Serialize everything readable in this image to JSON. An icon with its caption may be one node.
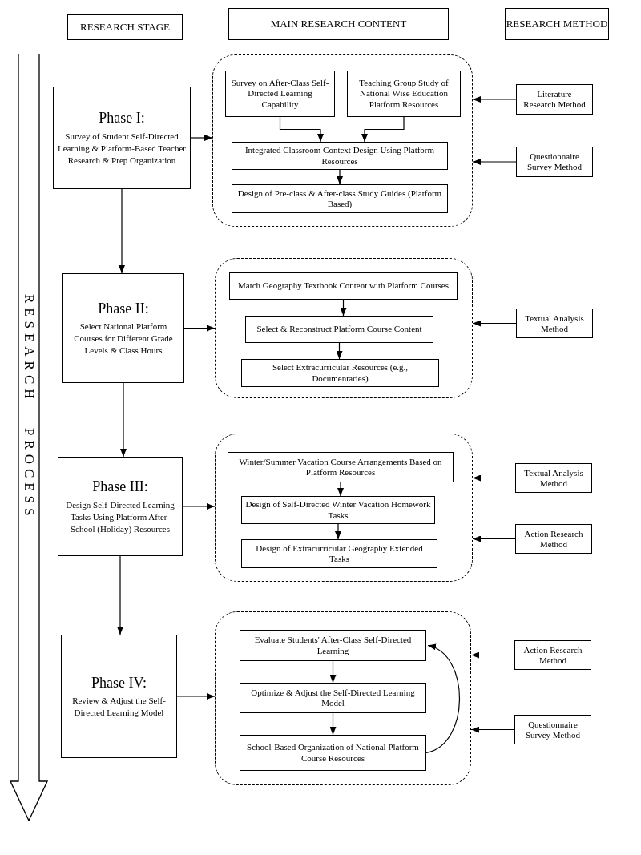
{
  "diagram": {
    "nodes": [
      {
        "text": [
          "RESEARCH STAGE"
        ]
      },
      {
        "text": [
          "MAIN RESEARCH CONTENT"
        ]
      },
      {
        "text": [
          "RESEARCH METHOD"
        ]
      },
      {
        "text": [
          "RESEARCH PROCESS"
        ]
      },
      {
        "text": [
          "Phase I:",
          "Survey of Student Self-Directed Learning & Platform-Based Teacher Research & Prep Organization"
        ]
      },
      {
        "text": [],
        "shape": "box"
      },
      {
        "text": [
          "Survey on After-Class Self-Directed Learning Capability"
        ],
        "in": 5
      },
      {
        "text": [
          "Teaching Group Study of National Wise Education Platform Resources"
        ],
        "in": 5
      },
      {
        "text": [
          "Integrated Classroom Context Design Using Platform Resources"
        ],
        "in": 5
      },
      {
        "text": [
          "Design of Pre-class & After-class Study Guides (Platform Based)"
        ],
        "in": 5
      },
      {
        "text": [
          "Literature Research Method"
        ]
      },
      {
        "text": [
          "Questionnaire Survey Method"
        ]
      },
      {
        "text": [
          "Phase II:",
          "Select National Platform Courses for Different Grade Levels & Class Hours"
        ]
      },
      {
        "text": [],
        "shape": "box"
      },
      {
        "text": [
          "Match Geography Textbook Content with Platform Courses"
        ],
        "in": 13
      },
      {
        "text": [
          "Select & Reconstruct Platform Course Content"
        ],
        "in": 13
      },
      {
        "text": [
          "Select Extracurricular Resources (e.g., Documentaries)"
        ],
        "in": 13
      },
      {
        "text": [
          "Textual Analysis Method"
        ]
      },
      {
        "text": [
          "Phase III:",
          "Design Self-Directed Learning Tasks Using Platform After-School (Holiday) Resources"
        ]
      },
      {
        "text": [],
        "shape": "box"
      },
      {
        "text": [
          "Winter/Summer Vacation Course Arrangements Based on Platform Resources"
        ],
        "in": 19
      },
      {
        "text": [
          "Design of Self-Directed Winter Vacation Homework Tasks"
        ],
        "in": 19
      },
      {
        "text": [
          "Design of Extracurricular Geography Extended Tasks"
        ],
        "in": 19
      },
      {
        "text": [
          "Textual Analysis Method"
        ]
      },
      {
        "text": [
          "Action Research Method"
        ]
      },
      {
        "text": [
          "Phase IV:",
          "Review & Adjust the Self-Directed Learning Model"
        ]
      },
      {
        "text": [],
        "shape": "box"
      },
      {
        "text": [
          "Evaluate Students' After-Class Self-Directed Learning"
        ],
        "in": 26
      },
      {
        "text": [
          "Optimize & Adjust the Self-Directed Learning Model"
        ],
        "in": 26
      },
      {
        "text": [
          "School-Based Organization of National Platform Course Resources"
        ],
        "in": 26
      },
      {
        "text": [
          "Action Research Method"
        ]
      },
      {
        "text": [
          "Questionnaire Survey Method"
        ]
      }
    ],
    "edges": [
      {
        "from": 4,
        "to": 5,
        "arrow": "to"
      },
      {
        "from": 6,
        "to": 8,
        "arrow": "to"
      },
      {
        "from": 7,
        "to": 8,
        "arrow": "to"
      },
      {
        "from": 8,
        "to": 9,
        "arrow": "to"
      },
      {
        "from": 10,
        "to": 5,
        "arrow": "to"
      },
      {
        "from": 11,
        "to": 5,
        "arrow": "to"
      },
      {
        "from": 4,
        "to": 12,
        "arrow": "to"
      },
      {
        "from": 12,
        "to": 13,
        "arrow": "to"
      },
      {
        "from": 14,
        "to": 15,
        "arrow": "to"
      },
      {
        "from": 15,
        "to": 16,
        "arrow": "to"
      },
      {
        "from": 17,
        "to": 13,
        "arrow": "to"
      },
      {
        "from": 12,
        "to": 18,
        "arrow": "to"
      },
      {
        "from": 18,
        "to": 19,
        "arrow": "to"
      },
      {
        "from": 20,
        "to": 21,
        "arrow": "to"
      },
      {
        "from": 21,
        "to": 22,
        "arrow": "to"
      },
      {
        "from": 23,
        "to": 19,
        "arrow": "to"
      },
      {
        "from": 24,
        "to": 19,
        "arrow": "to"
      },
      {
        "from": 18,
        "to": 25,
        "arrow": "to"
      },
      {
        "from": 25,
        "to": 26,
        "arrow": "to"
      },
      {
        "from": 27,
        "to": 28,
        "arrow": "to"
      },
      {
        "from": 28,
        "to": 29,
        "arrow": "to"
      },
      {
        "from": 29,
        "to": 27,
        "arrow": "to"
      },
      {
        "from": 30,
        "to": 26,
        "arrow": "to"
      },
      {
        "from": 31,
        "to": 26,
        "arrow": "to"
      }
    ]
  }
}
